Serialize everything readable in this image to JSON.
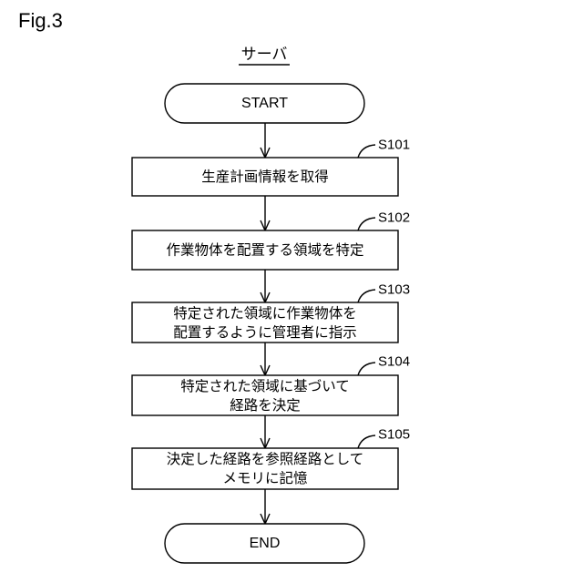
{
  "figure_label": "Fig.3",
  "heading": "サーバ",
  "start": "START",
  "end": "END",
  "steps": [
    {
      "id": "S101",
      "lines": [
        "生産計画情報を取得"
      ]
    },
    {
      "id": "S102",
      "lines": [
        "作業物体を配置する領域を特定"
      ]
    },
    {
      "id": "S103",
      "lines": [
        "特定された領域に作業物体を",
        "配置するように管理者に指示"
      ]
    },
    {
      "id": "S104",
      "lines": [
        "特定された領域に基づいて",
        "経路を決定"
      ]
    },
    {
      "id": "S105",
      "lines": [
        "決定した経路を参照経路として",
        "メモリに記憶"
      ]
    }
  ]
}
